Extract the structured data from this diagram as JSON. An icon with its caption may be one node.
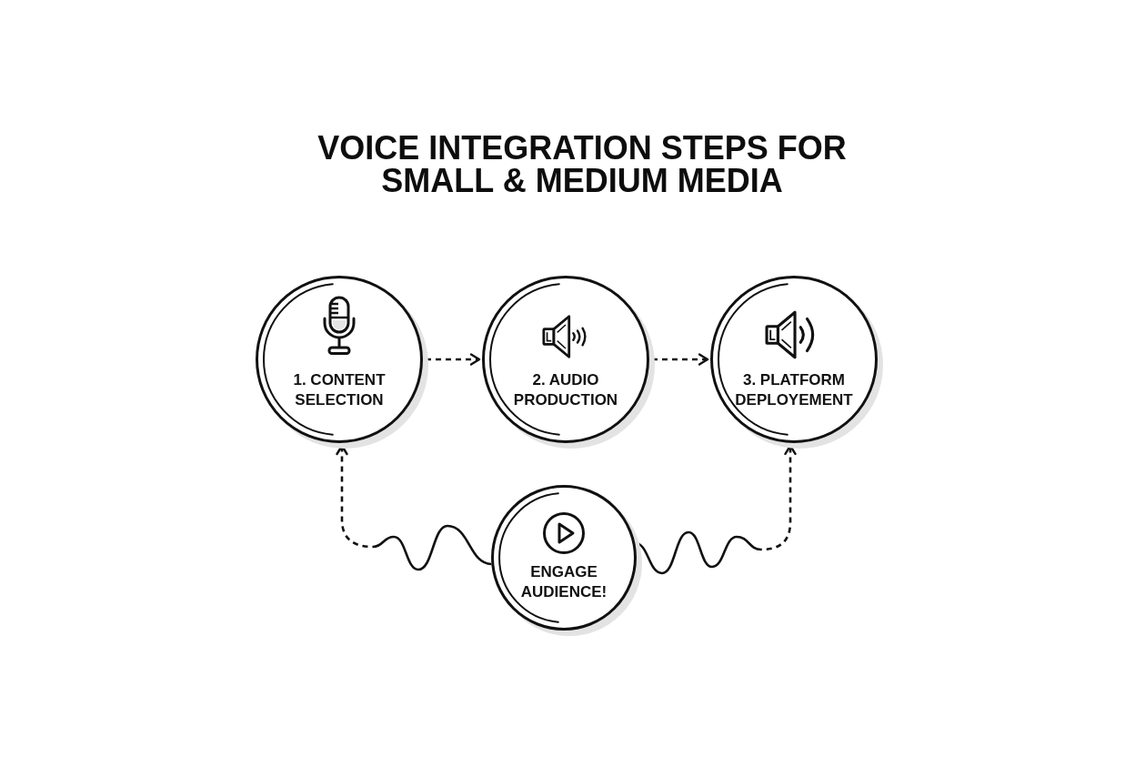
{
  "diagram": {
    "title": "VOICE INTEGRATION STEPS FOR SMALL & MEDIUM MEDIA",
    "nodes": [
      {
        "text": [
          "1. CONTENT SELECTION"
        ]
      },
      {
        "text": [
          "2. AUDIO PRODUCTION"
        ]
      },
      {
        "text": [
          "3. PLATFORM DEPLOYEMENT"
        ]
      },
      {
        "text": [
          "ENGAGE AUDIENCE!"
        ]
      }
    ],
    "edges": [
      {
        "from": 0,
        "to": 1,
        "arrow": "to",
        "style": "dashed"
      },
      {
        "from": 1,
        "to": 2,
        "arrow": "to",
        "style": "dashed"
      },
      {
        "from": 3,
        "to": 0,
        "arrow": "to",
        "style": "dashed"
      },
      {
        "from": 3,
        "to": 2,
        "arrow": "to",
        "style": "dashed"
      }
    ]
  }
}
